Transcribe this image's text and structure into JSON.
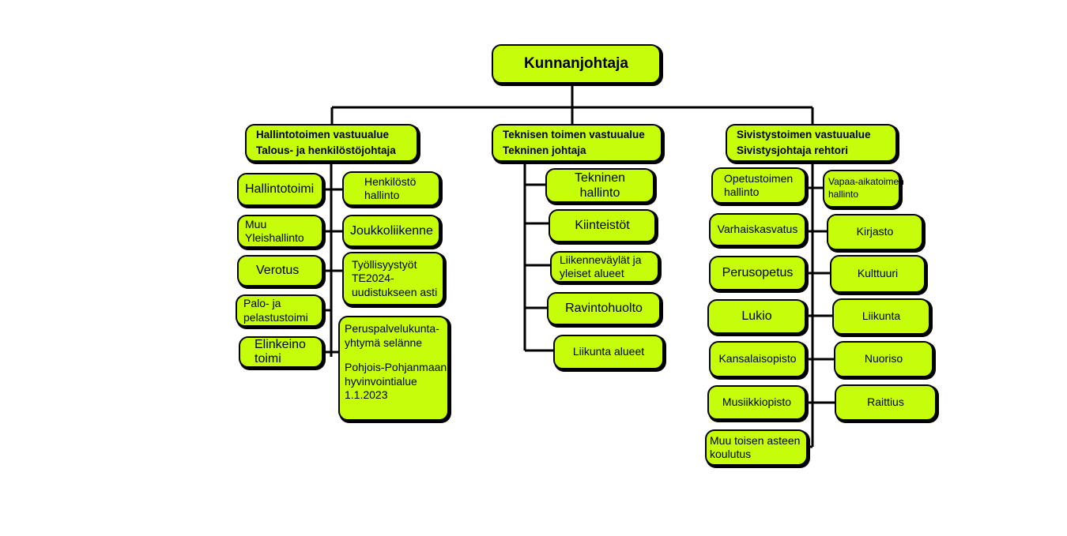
{
  "root": "Kunnanjohtaja",
  "departments": [
    {
      "line1": "Hallintotoimen vastuualue",
      "line2": "Talous- ja henkilöstöjohtaja"
    },
    {
      "line1": "Teknisen toimen vastuualue",
      "line2": "Tekninen johtaja"
    },
    {
      "line1": "Sivistystoimen vastuualue",
      "line2": "Sivistysjohtaja rehtori"
    }
  ],
  "hallinto": {
    "left": [
      {
        "lines": [
          "Hallintotoimi"
        ]
      },
      {
        "lines": [
          "Muu",
          "Yleishallinto"
        ]
      },
      {
        "lines": [
          "Verotus"
        ]
      },
      {
        "lines": [
          "Palo- ja",
          "pelastustoimi"
        ]
      },
      {
        "lines": [
          "Elinkeino",
          "toimi"
        ]
      }
    ],
    "right": [
      {
        "lines": [
          "Henkilöstö",
          "hallinto"
        ]
      },
      {
        "lines": [
          "Joukkoliikenne"
        ]
      },
      {
        "lines": [
          "Työllisyystyöt",
          "TE2024-",
          "uudistukseen asti"
        ]
      }
    ],
    "peruspalvelu": {
      "part1": [
        "Peruspalvelukunta-",
        "yhtymä selänne"
      ],
      "part2": [
        "Pohjois-Pohjanmaan",
        "hyvinvointialue",
        "1.1.2023"
      ]
    }
  },
  "tekninen": [
    {
      "lines": [
        "Tekninen",
        "hallinto"
      ]
    },
    {
      "lines": [
        "Kiinteistöt"
      ]
    },
    {
      "lines": [
        "Liikenneväylät ja",
        "yleiset alueet"
      ]
    },
    {
      "lines": [
        "Ravintohuolto"
      ]
    },
    {
      "lines": [
        "Liikunta alueet"
      ]
    }
  ],
  "sivistys": {
    "left": [
      {
        "lines": [
          "Opetustoimen",
          "hallinto"
        ]
      },
      {
        "lines": [
          "Varhaiskasvatus"
        ]
      },
      {
        "lines": [
          "Perusopetus"
        ]
      },
      {
        "lines": [
          "Lukio"
        ]
      },
      {
        "lines": [
          "Kansalaisopisto"
        ]
      },
      {
        "lines": [
          "Musiikkiopisto"
        ]
      },
      {
        "lines": [
          "Muu toisen asteen",
          "koulutus"
        ]
      }
    ],
    "right": [
      {
        "lines": [
          "Vapaa-aikatoimen",
          "hallinto"
        ]
      },
      {
        "lines": [
          "Kirjasto"
        ]
      },
      {
        "lines": [
          "Kulttuuri"
        ]
      },
      {
        "lines": [
          "Liikunta"
        ]
      },
      {
        "lines": [
          "Nuoriso"
        ]
      },
      {
        "lines": [
          "Raittius"
        ]
      }
    ]
  },
  "colors": {
    "box_fill": "#c5fd0a",
    "stroke": "#000000"
  }
}
